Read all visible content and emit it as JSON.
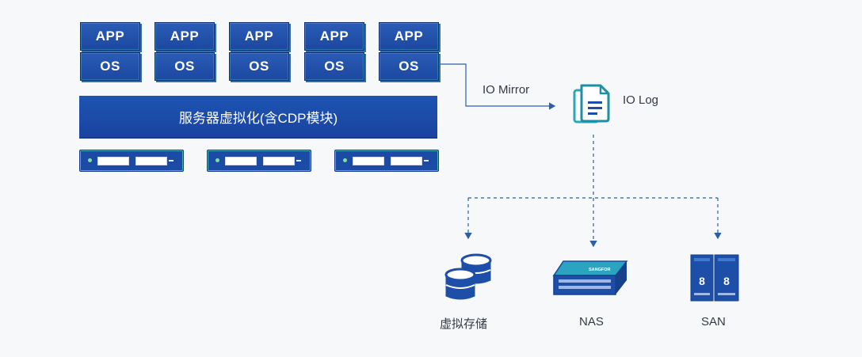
{
  "vms": [
    {
      "app": "APP",
      "os": "OS"
    },
    {
      "app": "APP",
      "os": "OS"
    },
    {
      "app": "APP",
      "os": "OS"
    },
    {
      "app": "APP",
      "os": "OS"
    },
    {
      "app": "APP",
      "os": "OS"
    }
  ],
  "virtualization_label": "服务器虚拟化(含CDP模块)",
  "io_mirror_label": "IO Mirror",
  "io_log_label": "IO Log",
  "storage": {
    "virtual_label": "虚拟存储",
    "nas_label": "NAS",
    "san_label": "SAN",
    "nas_brand": "SANGFOR"
  },
  "colors": {
    "primary_blue": "#1d4fa8",
    "accent_teal": "#2aa7b8",
    "line_blue": "#2d5fa6"
  }
}
